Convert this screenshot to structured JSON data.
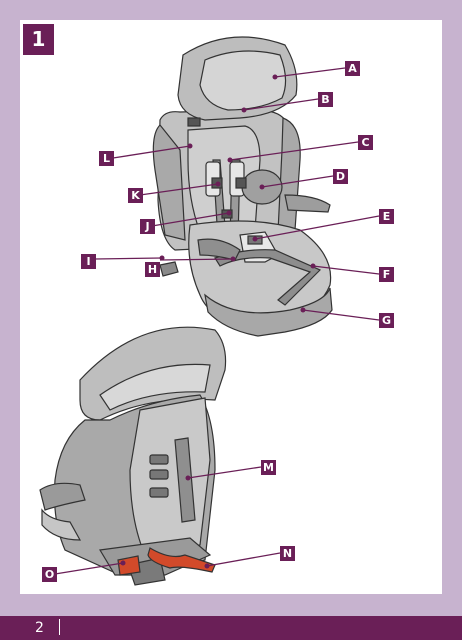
{
  "figure_number": "1",
  "labels": {
    "A": "A",
    "B": "B",
    "C": "C",
    "D": "D",
    "E": "E",
    "F": "F",
    "G": "G",
    "H": "H",
    "I": "I",
    "J": "J",
    "K": "K",
    "L": "L",
    "M": "M",
    "N": "N",
    "O": "O"
  },
  "footer": {
    "page_number": "2"
  },
  "colors": {
    "accent": "#6a1f57",
    "background": "#c7b3cf",
    "strap_red": "#d24a2a"
  }
}
